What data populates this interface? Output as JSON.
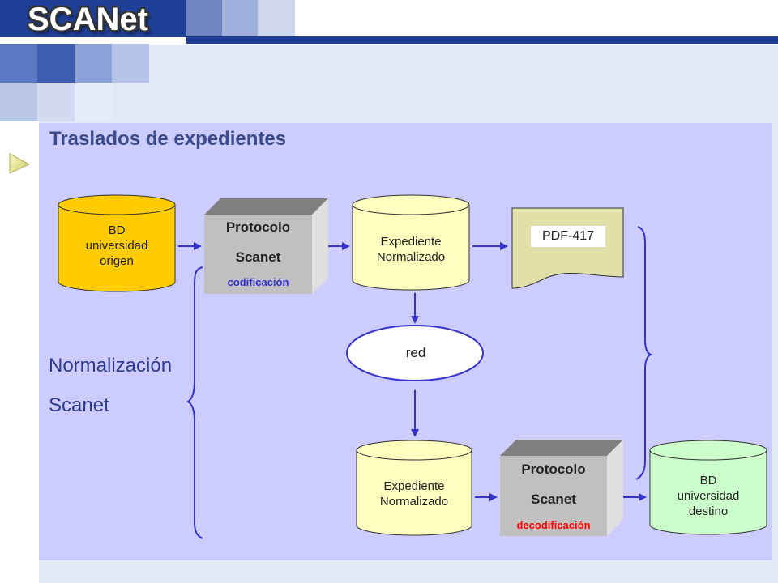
{
  "logo": {
    "text": "SCANet"
  },
  "slide": {
    "title": "Traslados de expedientes"
  },
  "side_label": {
    "line1": "Normalización",
    "line2": "Scanet"
  },
  "nodes": {
    "bd_origen": {
      "line1": "BD",
      "line2": "universidad",
      "line3": "origen"
    },
    "protocolo_cod": {
      "line1": "Protocolo",
      "line2": "Scanet",
      "sub": "codificación"
    },
    "expediente_1": {
      "line1": "Expediente",
      "line2": "Normalizado"
    },
    "pdf": {
      "label": "PDF-417"
    },
    "red": {
      "label": "red"
    },
    "expediente_2": {
      "line1": "Expediente",
      "line2": "Normalizado"
    },
    "protocolo_dec": {
      "line1": "Protocolo",
      "line2": "Scanet",
      "sub": "decodificación"
    },
    "bd_destino": {
      "line1": "BD",
      "line2": "universidad",
      "line3": "destino"
    }
  },
  "colors": {
    "content_bg": "#ccccff",
    "outer_bg": "#e3e9f8",
    "bd_origen": "#ffcc00",
    "expediente": "#ffffc0",
    "bd_destino": "#ccffcc",
    "protocol_face": "#c0c0c0",
    "arrow": "#3333cc",
    "sub_cod": "#3333cc",
    "sub_dec": "#ff0000"
  }
}
